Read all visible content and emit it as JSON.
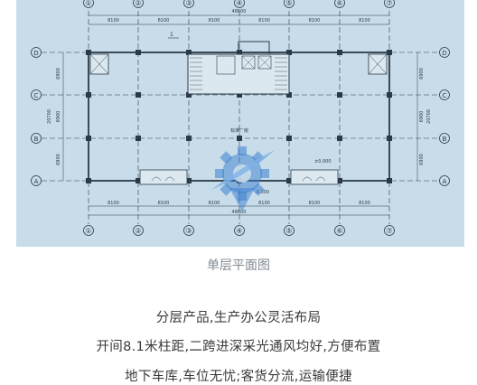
{
  "plan": {
    "columns": [
      "①",
      "②",
      "③",
      "④",
      "⑤",
      "⑥",
      "⑦"
    ],
    "rows": [
      "D",
      "C",
      "B",
      "A"
    ],
    "spans_top": [
      "8100",
      "8100",
      "8100",
      "8100",
      "8100",
      "8100"
    ],
    "spans_bottom": [
      "8100",
      "8100",
      "8100",
      "8100",
      "8100",
      "8100"
    ],
    "total_top": "48600",
    "total_bottom": "48600",
    "row_dims_left": [
      "6900",
      "6900",
      "6900"
    ],
    "row_total_left": "20700",
    "row_dims_right": [
      "6900",
      "6900",
      "6900"
    ],
    "row_total_right": "20700",
    "room_label": "标准厂房",
    "level_1": "±0.000",
    "level_2": "-0.300",
    "mark_1": "1",
    "colors": {
      "background": "#c8dde9",
      "lines": "#2a3a48",
      "logo": "#3b7fd0"
    }
  },
  "caption": "单层平面图",
  "descriptions": [
    "分层产品,生产办公灵活布局",
    "开间8.1米柱距,二跨进深采光通风均好,方便布置",
    "地下车库,车位无忧;客货分流,运输便捷"
  ]
}
